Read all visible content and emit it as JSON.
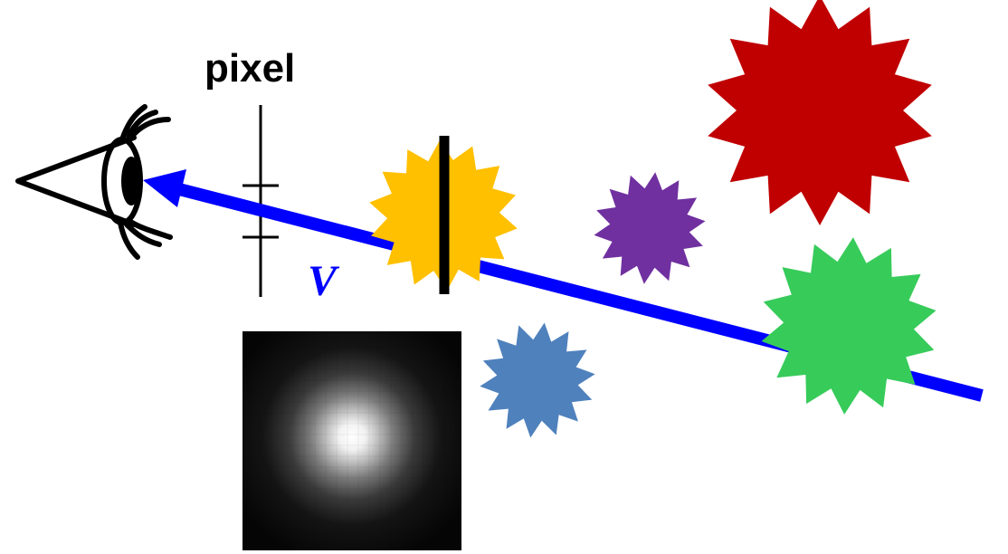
{
  "labels": {
    "pixel": "pixel",
    "ray": "V"
  },
  "colors": {
    "ray": "#0000ff",
    "ink": "#000000",
    "background": "#ffffff"
  },
  "shapes": [
    {
      "name": "yellow-star",
      "color": "#ffc000"
    },
    {
      "name": "purple-star",
      "color": "#7030a0"
    },
    {
      "name": "red-star",
      "color": "#c00000"
    },
    {
      "name": "green-star",
      "color": "#37cb5a"
    },
    {
      "name": "blue-star",
      "color": "#4f81bd"
    }
  ],
  "icons": {
    "viewer": "eye-icon",
    "pixel_marker": "pixel-grid-icon",
    "psf_image": "psf-image"
  }
}
